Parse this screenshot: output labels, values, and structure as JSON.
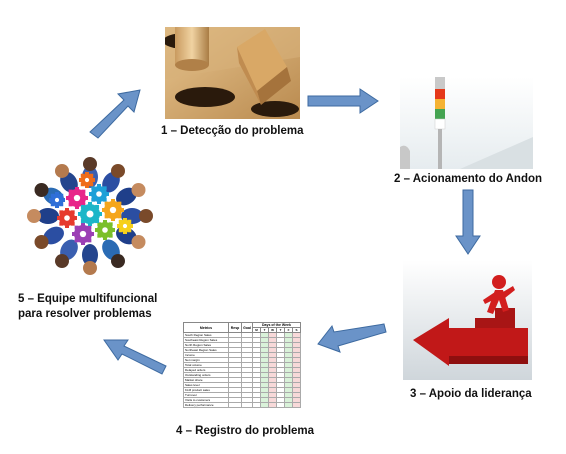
{
  "steps": [
    {
      "number": "1",
      "label": "1 – Detecção do problema",
      "icon": "wooden-peg-blocks"
    },
    {
      "number": "2",
      "label": "2 – Acionamento do Andon",
      "icon": "andon-signal-tower"
    },
    {
      "number": "3",
      "label": "3 – Apoio da liderança",
      "icon": "red-figure-climbing-arrow"
    },
    {
      "number": "4",
      "label": "4 – Registro do problema",
      "icon": "metrics-spreadsheet"
    },
    {
      "number": "5",
      "line1": "5 – Equipe multifuncional",
      "line2": "para resolver problemas",
      "icon": "team-with-gears"
    }
  ],
  "sheet": {
    "col_metrics": "Metrics",
    "col_resp": "Resp",
    "col_goal": "Goal",
    "week_header": "Days of the Week",
    "days": [
      "M",
      "T",
      "W",
      "T",
      "F",
      "S"
    ],
    "rows": [
      "South Region Sales",
      "Southeast Region Sales",
      "North Region Sales",
      "Northeast Region Sales",
      "Income",
      "Net margin",
      "Total volume",
      "Delayed orders",
      "Outstanding orders",
      "Market share",
      "Sales level",
      "KLM product sales",
      "Turnover",
      "Visits to customers",
      "Delivery performance"
    ]
  },
  "colors": {
    "arrow_fill": "#6a93c8",
    "arrow_stroke": "#3d6aa0",
    "accent_red": "#d21e1e"
  }
}
